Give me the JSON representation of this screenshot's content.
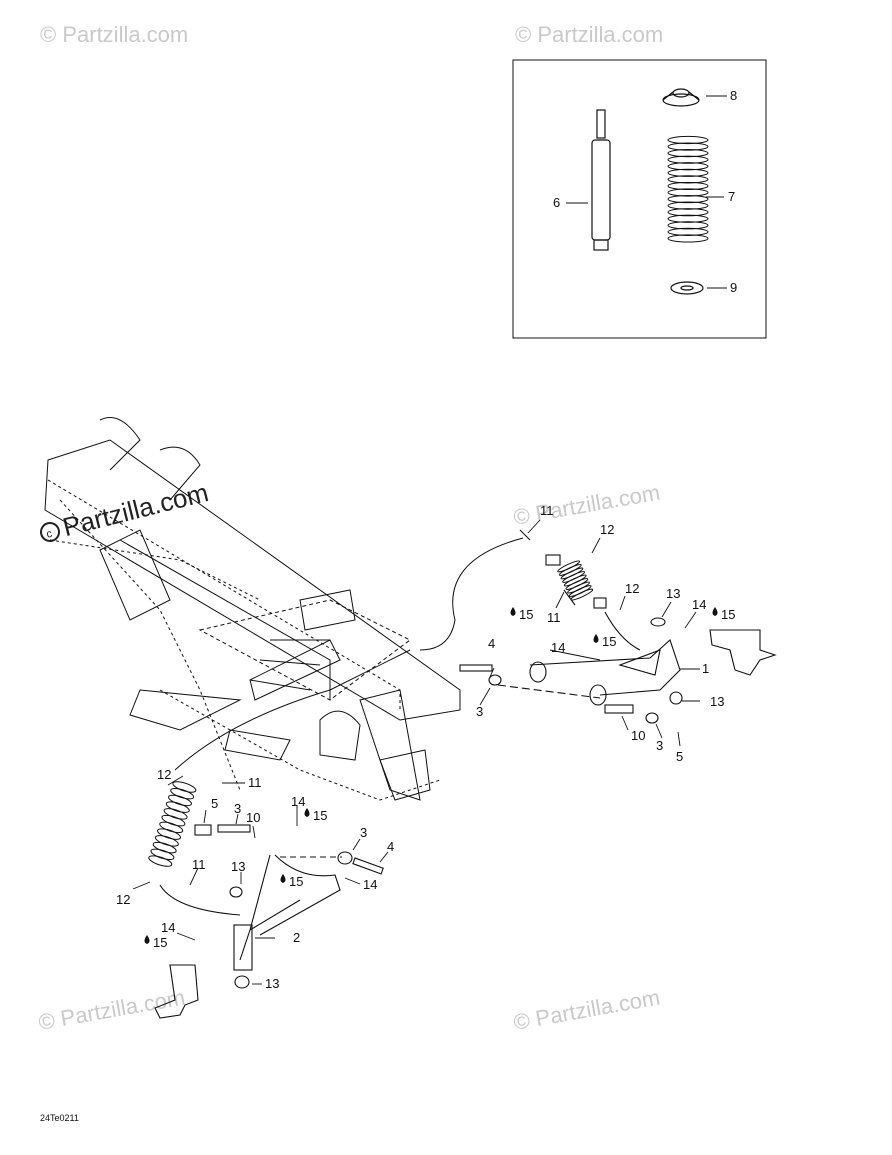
{
  "diagram": {
    "drawing_code": "24Te0211",
    "watermark_text": "Partzilla.com",
    "watermark_symbol": "©",
    "inset_callouts": [
      "8",
      "6",
      "7",
      "9"
    ],
    "callouts": {
      "c11a": "11",
      "c12a": "12",
      "c12b": "12",
      "c11b": "11",
      "c13a": "13",
      "c14a": "14",
      "c15a": "15",
      "c15b": "15",
      "c14b": "14",
      "c15c": "15",
      "c4a": "4",
      "c1": "1",
      "c3a": "3",
      "c13b": "13",
      "c10a": "10",
      "c3b": "3",
      "c5a": "5",
      "c12c": "12",
      "c11c": "11",
      "c5b": "5",
      "c3c": "3",
      "c10b": "10",
      "c14c": "14",
      "c15d": "15",
      "c3d": "3",
      "c4b": "4",
      "c15e": "15",
      "c14d": "14",
      "c12d": "12",
      "c11d": "11",
      "c13c": "13",
      "c2": "2",
      "c14e": "14",
      "c15f": "15",
      "c13d": "13"
    },
    "icons": {
      "lube": "oil-drop-icon",
      "copyright": "copyright-icon"
    }
  }
}
